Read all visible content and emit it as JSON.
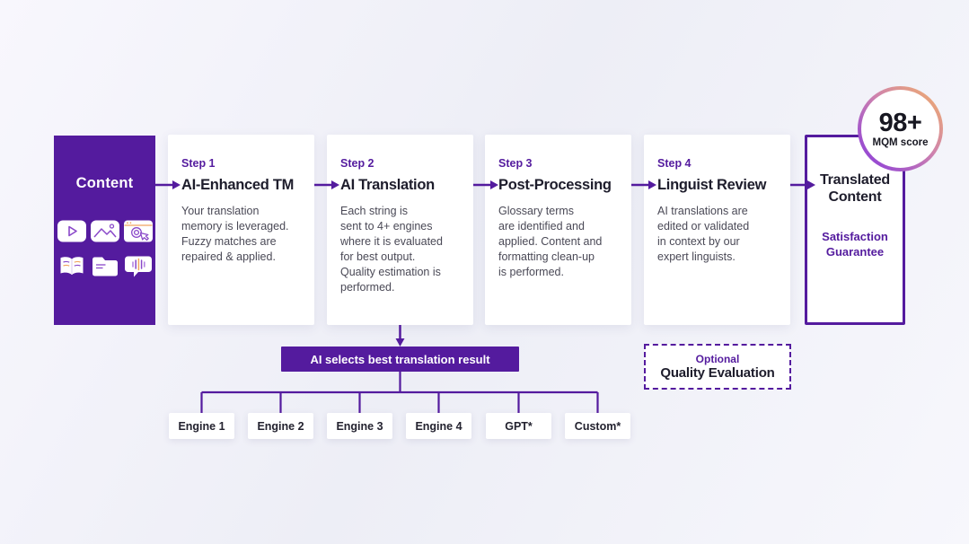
{
  "palette": {
    "accent_purple": "#541b9e",
    "heading_dark": "#1e1d2c",
    "body_gray": "#4a4956",
    "badge_gradient_from": "#f3b266",
    "badge_gradient_to": "#8436df",
    "background_light": "#f4f4fb"
  },
  "content_box": {
    "title": "Content",
    "icons": [
      "video-icon",
      "image-icon",
      "website-icon",
      "book-icon",
      "folder-icon",
      "audio-icon"
    ]
  },
  "steps": [
    {
      "label": "Step 1",
      "title": "AI-Enhanced TM",
      "description": "Your translation\nmemory is leveraged.\nFuzzy matches are\nrepaired & applied."
    },
    {
      "label": "Step 2",
      "title": "AI Translation",
      "description": "Each string is\nsent to 4+ engines\nwhere it is evaluated\nfor best output.\nQuality estimation is\nperformed."
    },
    {
      "label": "Step 3",
      "title": "Post-Processing",
      "description": "Glossary terms\nare identified and\napplied. Content and\nformatting clean-up\nis performed."
    },
    {
      "label": "Step 4",
      "title": "Linguist Review",
      "description": "AI translations are\nedited or validated\nin context by our\nexpert linguists."
    }
  ],
  "output_box": {
    "title": "Translated\nContent",
    "subtitle": "Satisfaction\nGuarantee"
  },
  "score_badge": {
    "value": "98+",
    "label": "MQM score"
  },
  "selector_bar": {
    "label": "AI selects best translation result"
  },
  "engines": [
    {
      "label": "Engine 1"
    },
    {
      "label": "Engine 2"
    },
    {
      "label": "Engine 3"
    },
    {
      "label": "Engine 4"
    },
    {
      "label": "GPT*"
    },
    {
      "label": "Custom*"
    }
  ],
  "optional_box": {
    "label": "Optional",
    "title": "Quality Evaluation"
  }
}
